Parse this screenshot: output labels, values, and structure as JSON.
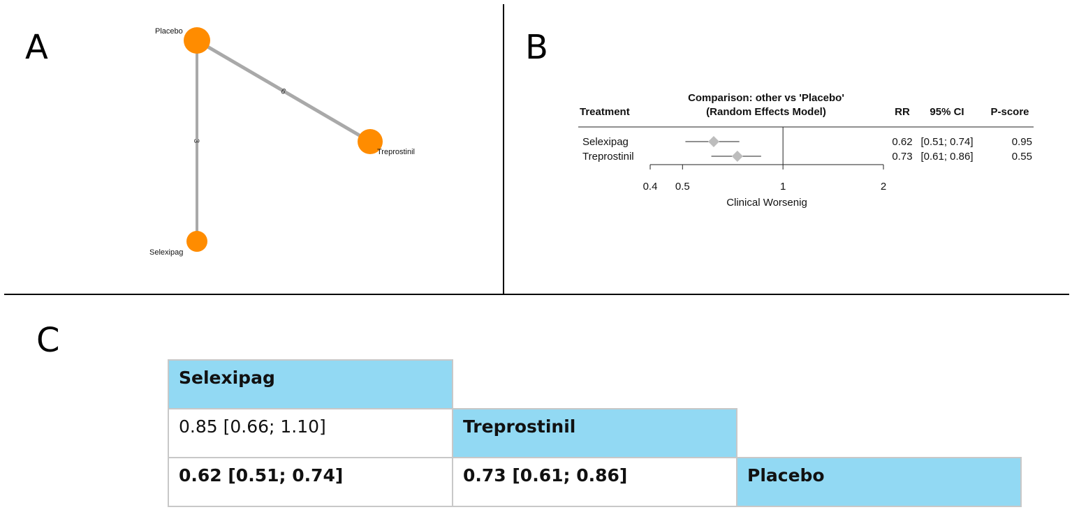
{
  "panel_letters": {
    "a": "A",
    "b": "B",
    "c": "C"
  },
  "colors": {
    "node": "#ff8c00",
    "edge": "#a9a9a9",
    "diamond": "#bdbdbd",
    "league_diagonal": "#92d9f3"
  },
  "chart_data": [
    {
      "type": "network",
      "nodes": [
        {
          "name": "Placebo"
        },
        {
          "name": "Treprostinil"
        },
        {
          "name": "Selexipag"
        }
      ],
      "edges": [
        {
          "from": "Placebo",
          "to": "Treprostinil",
          "label": "6"
        },
        {
          "from": "Placebo",
          "to": "Selexipag",
          "label": "3"
        }
      ]
    },
    {
      "type": "forest",
      "header": {
        "treatment": "Treatment",
        "comparison_line1": "Comparison: other vs 'Placebo'",
        "comparison_line2": "(Random Effects Model)",
        "rr": "RR",
        "ci": "95% CI",
        "pscore": "P-score"
      },
      "rows": [
        {
          "treatment": "Selexipag",
          "rr": 0.62,
          "lo": 0.51,
          "hi": 0.74,
          "rr_text": "0.62",
          "ci_text": "[0.51; 0.74]",
          "pscore_text": "0.95"
        },
        {
          "treatment": "Treprostinil",
          "rr": 0.73,
          "lo": 0.61,
          "hi": 0.86,
          "rr_text": "0.73",
          "ci_text": "[0.61; 0.86]",
          "pscore_text": "0.55"
        }
      ],
      "xscale": "log",
      "xlim": [
        0.4,
        2
      ],
      "ticks": [
        0.4,
        0.5,
        1,
        2
      ],
      "tick_labels": [
        "0.4",
        "0.5",
        "1",
        "2"
      ],
      "reference_line": 1,
      "xlabel": "Clinical Worsenig"
    },
    {
      "type": "table",
      "title": "",
      "rows": [
        [
          {
            "text": "Selexipag",
            "kind": "diag"
          },
          {
            "text": "",
            "kind": "empty"
          },
          {
            "text": "",
            "kind": "empty"
          }
        ],
        [
          {
            "text": "0.85 [0.66; 1.10]",
            "kind": "value"
          },
          {
            "text": "Treprostinil",
            "kind": "diag"
          },
          {
            "text": "",
            "kind": "empty"
          }
        ],
        [
          {
            "text": "0.62 [0.51; 0.74]",
            "kind": "bold"
          },
          {
            "text": "0.73 [0.61; 0.86]",
            "kind": "bold"
          },
          {
            "text": "Placebo",
            "kind": "diag"
          }
        ]
      ]
    }
  ]
}
